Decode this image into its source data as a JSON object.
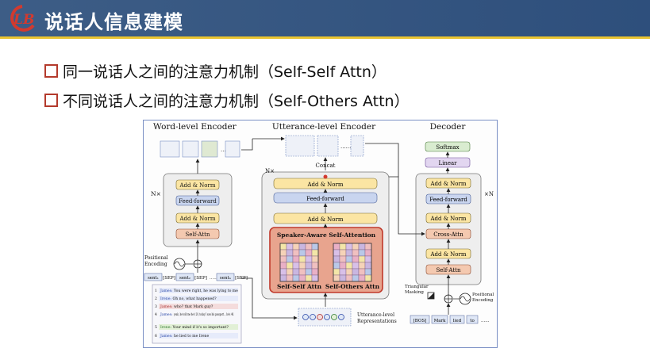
{
  "header": {
    "logo_text": "LB",
    "title": "说话人信息建模"
  },
  "bullets": [
    "同一说话人之间的注意力机制（Self-Self Attn）",
    "不同说话人之间的注意力机制（Self-Others Attn）"
  ],
  "diagram": {
    "word_encoder": {
      "title": "Word-level Encoder",
      "nx": "N×",
      "add_norm_top": "Add & Norm",
      "feed_forward": "Feed-forward",
      "add_norm_bottom": "Add & Norm",
      "self_attn": "Self-Attn",
      "positional_encoding": "Positional\nEncoding",
      "tokens": [
        "sent₁",
        "[SEP]",
        "sent₂",
        "[SEP]",
        "sentₙ",
        "[SEP]"
      ]
    },
    "dialogue": [
      {
        "speaker": "James:",
        "text": "You were right, he was lying to me"
      },
      {
        "speaker": "Irene:",
        "text": "Oh no, what happened?"
      },
      {
        "speaker": "James:",
        "text": "who? that Mark guy?"
      },
      {
        "speaker": "James:",
        "text": "yeah, he told me he's 20, today I saw his passport... he's 40."
      },
      {
        "speaker": "Irene:",
        "text": "Your mind if it's so important?"
      },
      {
        "speaker": "James:",
        "text": "he lied to me Irene"
      }
    ],
    "utterance_encoder": {
      "title": "Utterance-level Encoder",
      "concat": "Concat",
      "nx": "N×",
      "add_norm_top": "Add & Norm",
      "feed_forward": "Feed-forward",
      "add_norm_bottom": "Add & Norm",
      "speaker_aware": "Speaker-Aware Self-Attention",
      "self_self": "Self-Self Attn",
      "self_others": "Self-Others Attn",
      "representations": "Utterance-level\nRepresentations"
    },
    "decoder": {
      "title": "Decoder",
      "softmax": "Softmax",
      "linear": "Linear",
      "add_norm_1": "Add & Norm",
      "feed_forward": "Feed-forward",
      "add_norm_2": "Add & Norm",
      "cross_attn": "Cross-Attn",
      "add_norm_3": "Add & Norm",
      "self_attn": "Self-Attn",
      "nx": "×N",
      "triangular": "Triangular\nMasking",
      "positional": "Positional\nEncoding",
      "tokens": [
        "[BOS]",
        "Mark",
        "lied",
        "to",
        "......"
      ]
    }
  },
  "colors": {
    "header_bg": "#34557f",
    "header_line": "#e9c431",
    "bullet_box": "#b43a2c",
    "add_norm": "#fbe5a3",
    "feed_forward": "#c9d5ef",
    "self_attn": "#f4c9b0",
    "speaker_border": "#c0392b",
    "speaker_fill": "#e8a48e"
  }
}
